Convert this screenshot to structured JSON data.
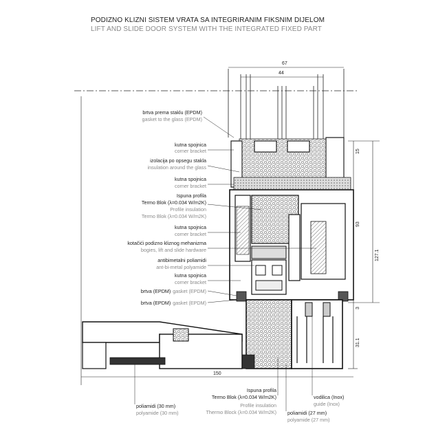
{
  "title": {
    "hr": "PODIZNO KLIZNI SISTEM VRATA SA INTEGRIRANIM FIKSNIM DIJELOM",
    "en": "LIFT AND SLIDE DOOR SYSTEM WITH THE INTEGRATED FIXED PART"
  },
  "dimensions": {
    "d67": "67",
    "d44": "44",
    "d15": "15",
    "d93": "93",
    "d127": "127.1",
    "d3": "3",
    "d31": "31.1",
    "d150": "150"
  },
  "labels_left": [
    {
      "hr": "brtva prema staklu (EPDM)",
      "en": "gasket to the glass (EPDM)"
    },
    {
      "hr": "kutna spojnica",
      "en": "corner bracket"
    },
    {
      "hr": "izolacija po opsegu stakla",
      "en": "insulation around the glass"
    },
    {
      "hr": "kutna spojnica",
      "en": "corner bracket"
    },
    {
      "hr": "Ispuna profila",
      "hr2": "Termo Blok (λ=0.034 W/m2K)",
      "en": "Profile insulation",
      "en2": "Termo Blok (λ=0.034 W/m2K)"
    },
    {
      "hr": "kutna spojnica",
      "en": "corner bracket"
    },
    {
      "hr": "kotačići podizno kliznog mehanizma",
      "en": "bogies, lift and slide hardware"
    },
    {
      "hr": "antibimetalni poliamidi",
      "en": "ant-bi-metal polyamide"
    },
    {
      "hr": "kutna spojnica",
      "en": "corner bracket"
    },
    {
      "hr": "brtva (EPDM)",
      "en": "gasket  (EPDM)"
    },
    {
      "hr": "brtva (EPDM)",
      "en": "gasket (EPDM)"
    }
  ],
  "labels_bottom": {
    "polyamide30": {
      "hr": "poliamidi (30 mm)",
      "en": "polyamide (30 mm)"
    },
    "insulation": {
      "hr": "Ispuna profila",
      "hr2": "Termo Blok (λ=0.034 W/m2K)",
      "en": "Profile insulation",
      "en2": "Thermo Block (λ=0.034 W/m2K)"
    },
    "polyamide27": {
      "hr": "poliamidi (27 mm)",
      "en": "polyamide (27 mm)"
    },
    "guide": {
      "hr": "vodilica (Inox)",
      "en": "guide (Inox)"
    }
  }
}
